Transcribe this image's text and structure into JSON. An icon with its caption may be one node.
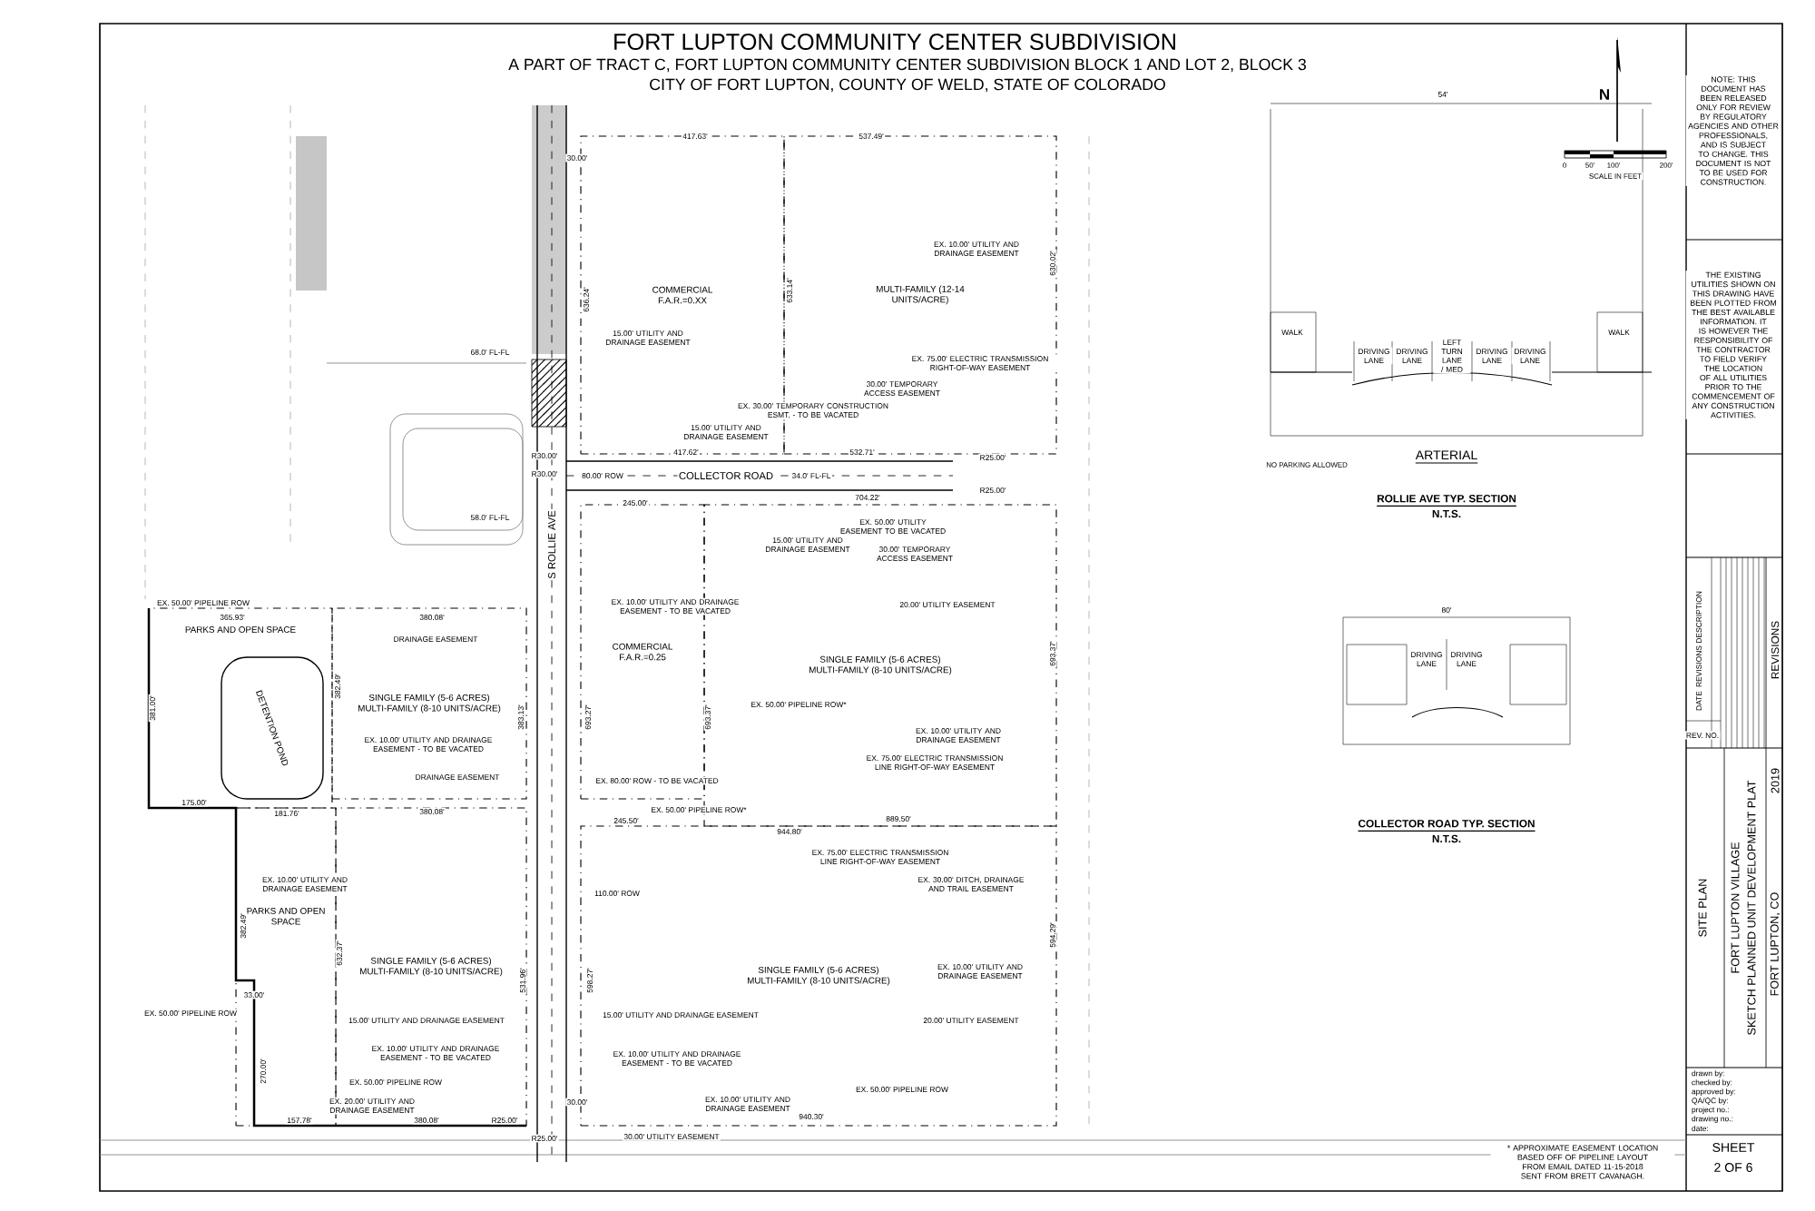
{
  "diagram": {
    "title": "FORT LUPTON COMMUNITY CENTER SUBDIVISION",
    "nodes": [
      {
        "text": [
          "COMMERCIAL F.A.R.=0.XX"
        ]
      },
      {
        "text": [
          "MULTI-FAMILY (12-14 UNITS/ACRE)"
        ]
      },
      {
        "text": [
          "COMMERCIAL F.A.R.=0.25"
        ]
      },
      {
        "text": [
          "SINGLE FAMILY (5-6 ACRES) MULTI-FAMILY (8-10 UNITS/ACRE)"
        ]
      },
      {
        "text": [
          "PARKS AND OPEN SPACE"
        ]
      },
      {
        "text": [
          "DETENTION POND"
        ],
        "in": 4
      },
      {
        "text": [
          "SINGLE FAMILY (5-6 ACRES) MULTI-FAMILY (8-10 UNITS/ACRE)"
        ]
      },
      {
        "text": [
          "PARKS AND OPEN SPACE"
        ]
      },
      {
        "text": [
          "SINGLE FAMILY (5-6 ACRES) MULTI-FAMILY (8-10 UNITS/ACRE)"
        ]
      },
      {
        "text": [
          "SINGLE FAMILY (5-6 ACRES) MULTI-FAMILY (8-10 UNITS/ACRE)"
        ]
      }
    ],
    "labels": [
      "A PART OF TRACT C, FORT LUPTON COMMUNITY CENTER SUBDIVISION BLOCK 1 AND LOT 2, BLOCK 3",
      "CITY OF FORT LUPTON, COUNTY OF WELD, STATE OF COLORADO",
      "30.00'",
      "417.63'",
      "537.49'",
      "636.24'",
      "633.14'",
      "630.02'",
      "15.00' UTILITY AND DRAINAGE EASEMENT",
      "68.0' FL-FL",
      "EX. 10.00' UTILITY AND DRAINAGE EASEMENT",
      "EX. 75.00' ELECTRIC TRANSMISSION RIGHT-OF-WAY EASEMENT",
      "30.00' TEMPORARY ACCESS EASEMENT",
      "EX. 30.00' TEMPORARY CONSTRUCTION ESMT. - TO BE VACATED",
      "15.00' UTILITY AND DRAINAGE EASEMENT",
      "417.62'",
      "532.71'",
      "R30.00'",
      "R30.00'",
      "80.00' ROW",
      "COLLECTOR ROAD",
      "34.0' FL-FL",
      "R25.00'",
      "R25.00'",
      "704.22'",
      "245.00'",
      "EX. 50.00' UTILITY EASEMENT TO BE VACATED",
      "15.00' UTILITY AND DRAINAGE EASEMENT",
      "30.00' TEMPORARY ACCESS EASEMENT",
      "S ROLLIE AVE",
      "58.0' FL-FL",
      "EX. 50.00' PIPELINE ROW",
      "EX. 10.00' UTILITY AND DRAINAGE EASEMENT - TO BE VACATED",
      "20.00' UTILITY EASEMENT",
      "365.93'",
      "380.08'",
      "DRAINAGE EASEMENT",
      "381.00'",
      "382.49'",
      "383.13'",
      "693.27'",
      "693.37'",
      "693.37'",
      "EX. 50.00' PIPELINE ROW*",
      "EX. 10.00' UTILITY AND DRAINAGE EASEMENT - TO BE VACATED",
      "DRAINAGE EASEMENT",
      "EX. 10.00' UTILITY AND DRAINAGE EASEMENT",
      "EX. 75.00' ELECTRIC TRANSMISSION LINE RIGHT-OF-WAY EASEMENT",
      "EX. 80.00' ROW - TO BE VACATED",
      "EX. 50.00' PIPELINE ROW*",
      "175.00'",
      "181.76'",
      "380.08'",
      "245.50'",
      "944.80'",
      "889.50'",
      "EX. 75.00' ELECTRIC TRANSMISSION LINE RIGHT-OF-WAY EASEMENT",
      "EX. 10.00' UTILITY AND DRAINAGE EASEMENT",
      "110.00' ROW",
      "EX. 30.00' DITCH, DRAINAGE AND TRAIL EASEMENT",
      "382.49'",
      "632.37'",
      "594.29'",
      "EX. 10.00' UTILITY AND DRAINAGE EASEMENT",
      "531.96'",
      "598.27'",
      "33.00'",
      "EX. 50.00' PIPELINE ROW",
      "15.00' UTILITY AND DRAINAGE EASEMENT",
      "15.00' UTILITY AND DRAINAGE EASEMENT",
      "20.00' UTILITY EASEMENT",
      "EX. 10.00' UTILITY AND DRAINAGE EASEMENT - TO BE VACATED",
      "EX. 10.00' UTILITY AND DRAINAGE EASEMENT - TO BE VACATED",
      "270.00'",
      "EX. 50.00' PIPELINE ROW",
      "EX. 50.00' PIPELINE ROW",
      "EX. 20.00' UTILITY AND DRAINAGE EASEMENT",
      "EX. 10.00' UTILITY AND DRAINAGE EASEMENT",
      "157.78'",
      "380.08'",
      "R25.00'",
      "R25.00'",
      "30.00'",
      "940.30'",
      "30.00' UTILITY EASEMENT",
      "N",
      "0",
      "50'",
      "100'",
      "200'",
      "SCALE IN FEET",
      "54'",
      "WALK",
      "WALK",
      "DRIVING LANE",
      "DRIVING LANE",
      "LEFT TURN LANE / MED",
      "DRIVING LANE",
      "DRIVING LANE",
      "ARTERIAL",
      "NO PARKING ALLOWED",
      "ROLLIE AVE TYP. SECTION",
      "N.T.S.",
      "80'",
      "DRIVING LANE",
      "DRIVING LANE",
      "COLLECTOR ROAD TYP. SECTION",
      "N.T.S.",
      "NOTE: THIS DOCUMENT HAS BEEN RELEASED ONLY FOR REVIEW BY REGULATORY AGENCIES AND OTHER PROFESSIONALS, AND IS SUBJECT TO CHANGE. THIS DOCUMENT IS NOT TO BE USED FOR CONSTRUCTION.",
      "THE EXISTING UTILITIES SHOWN ON THIS DRAWING HAVE BEEN PLOTTED FROM THE BEST AVAILABLE INFORMATION. IT IS HOWEVER THE RESPONSIBILITY OF THE CONTRACTOR TO FIELD VERIFY THE LOCATION OF ALL UTILITIES PRIOR TO THE COMMENCEMENT OF ANY CONSTRUCTION ACTIVITIES.",
      "REVISIONS DESCRIPTION",
      "DATE",
      "REV. NO.",
      "REVISIONS",
      "SITE PLAN",
      "FORT LUPTON VILLAGE",
      "SKETCH PLANNED UNIT DEVELOPMENT PLAT",
      "2019",
      "FORT LUPTON, CO",
      "drawn by:",
      "checked by:",
      "approved by:",
      "QA/QC by:",
      "project no.:",
      "drawing no.:",
      "date:",
      "SHEET",
      "2 OF 6",
      "* APPROXIMATE EASEMENT LOCATION BASED OFF OF PIPELINE LAYOUT FROM EMAIL DATED 11-15-2018 SENT FROM BRETT CAVANAGH."
    ]
  }
}
